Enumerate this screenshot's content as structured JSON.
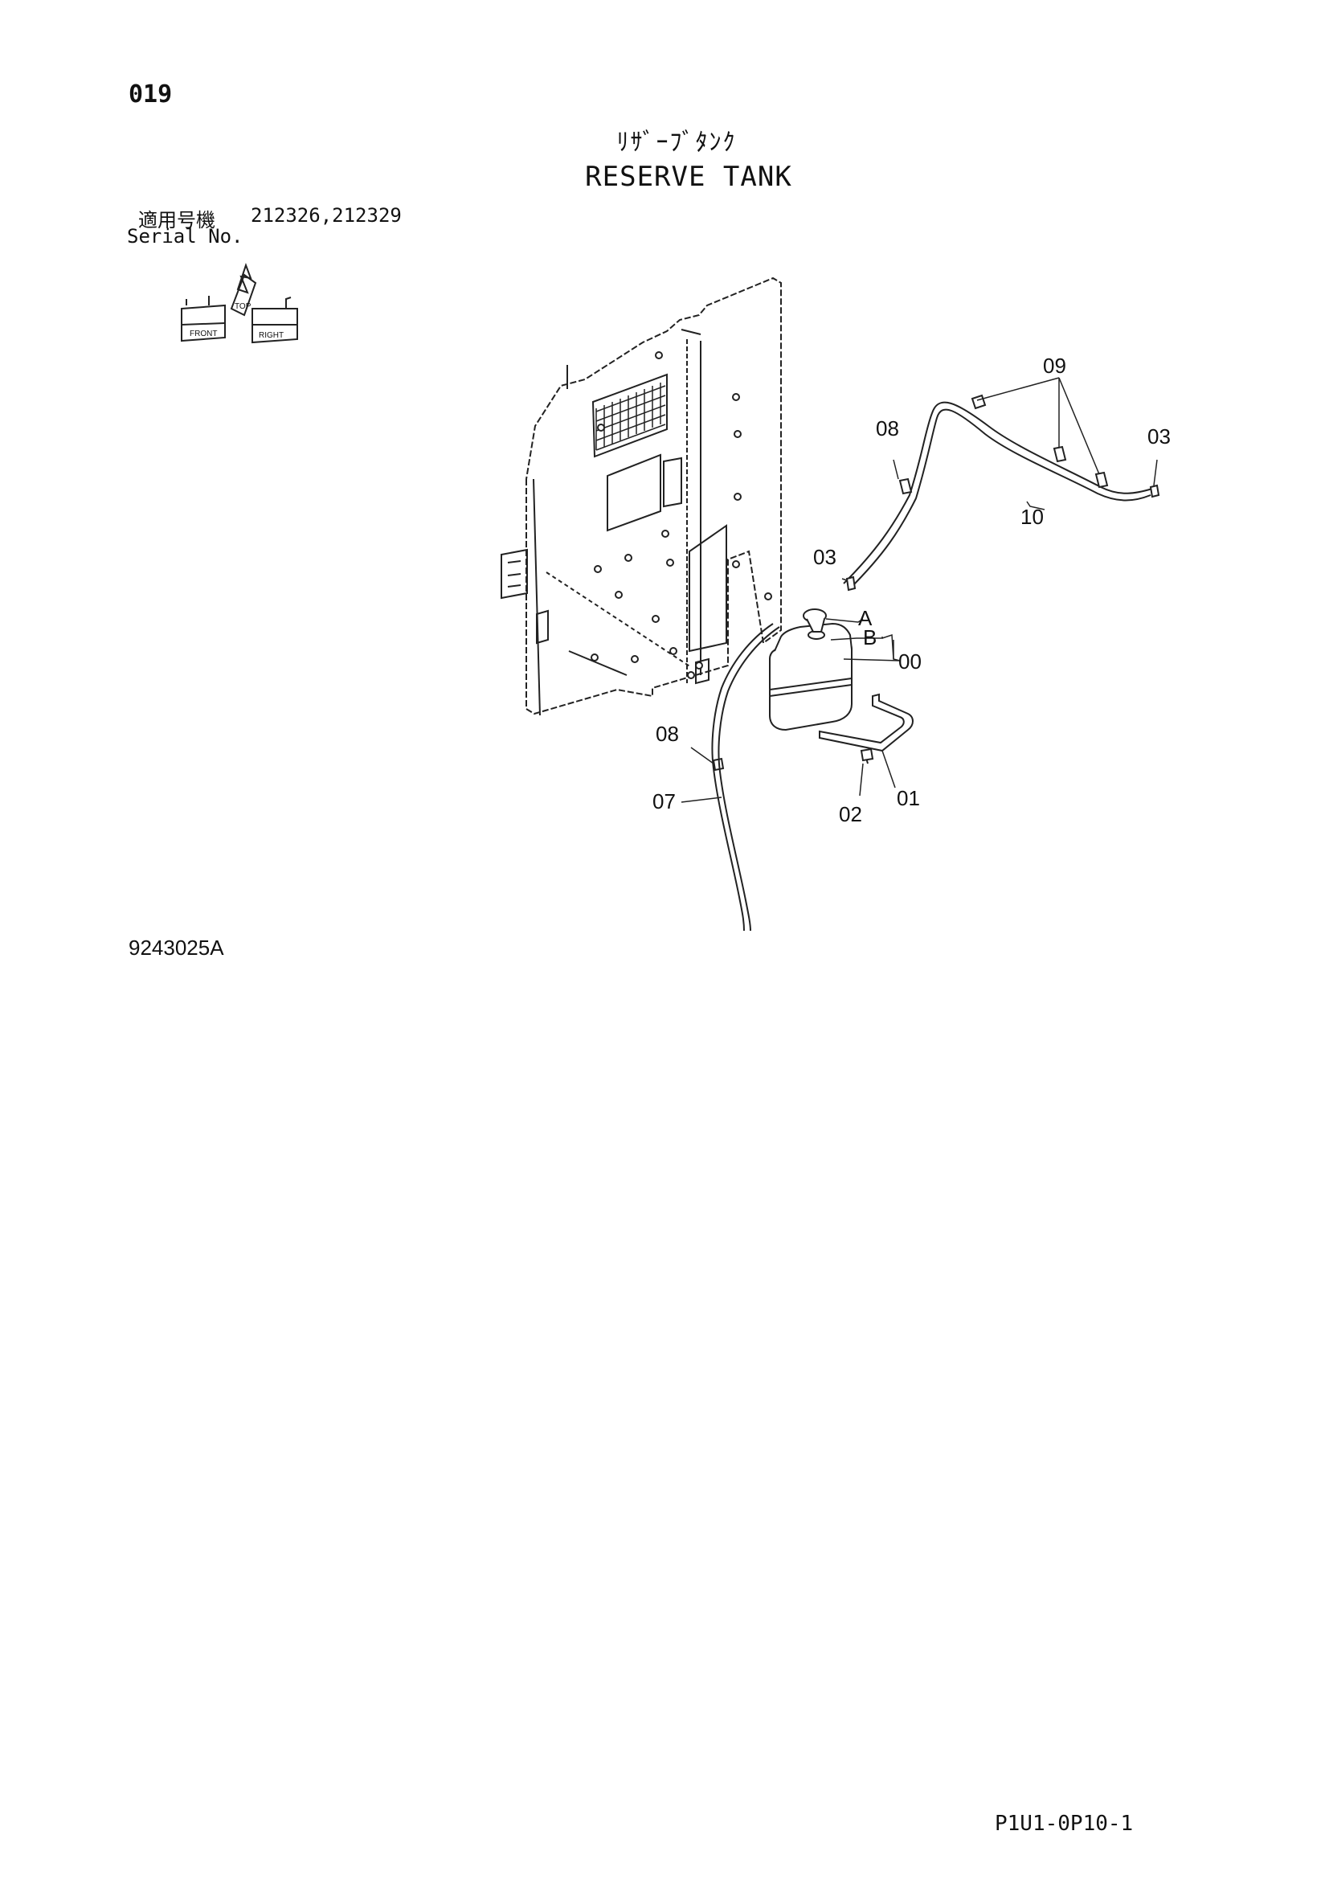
{
  "page_number": "019",
  "title_jp": "ﾘｻﾞｰﾌﾞﾀﾝｸ",
  "title_en": "RESERVE TANK",
  "serial": {
    "label_jp": "適用号機",
    "values": "212326,212329",
    "label_en": "Serial No."
  },
  "orientation_icon": {
    "labels": [
      "FRONT",
      "TOP",
      "RIGHT"
    ]
  },
  "callouts": {
    "c09": "09",
    "c08_top": "08",
    "c03_right": "03",
    "c10": "10",
    "c03_mid": "03",
    "cA": "A",
    "cB": "B",
    "c00": "00",
    "c08_low": "08",
    "c07": "07",
    "c02": "02",
    "c01": "01"
  },
  "drawing_number": "9243025A",
  "footer_code": "P1U1-0P10-1"
}
